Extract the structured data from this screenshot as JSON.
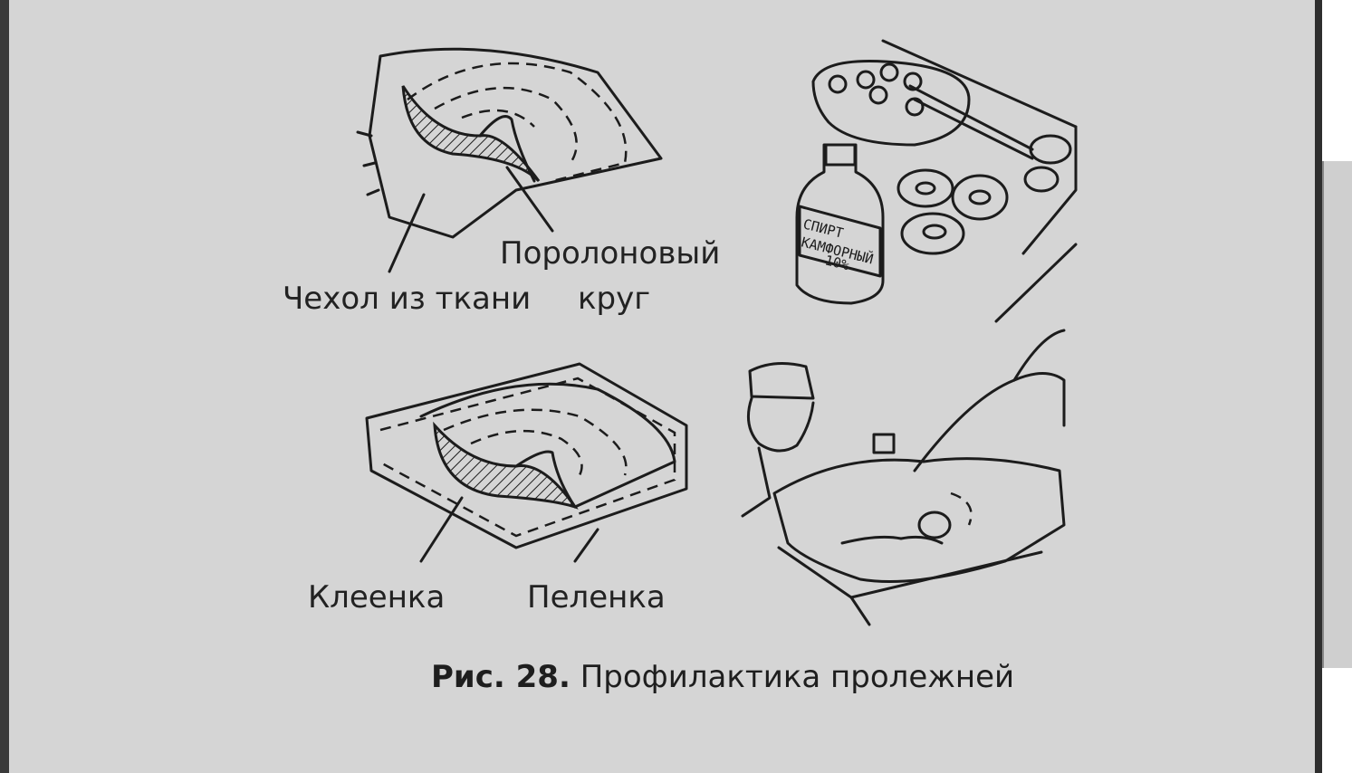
{
  "figure": {
    "caption_number": "Рис. 28.",
    "caption_text": "Профилактика пролежней",
    "labels": {
      "foam_ring_line1": "Поролоновый",
      "foam_ring_line2": "круг",
      "fabric_cover": "Чехол из ткани",
      "oilcloth": "Клеенка",
      "diaper": "Пеленка"
    },
    "bottle": {
      "line1": "СПИРТ",
      "line2": "КАМФОРНЫЙ",
      "line3": "10%"
    }
  }
}
